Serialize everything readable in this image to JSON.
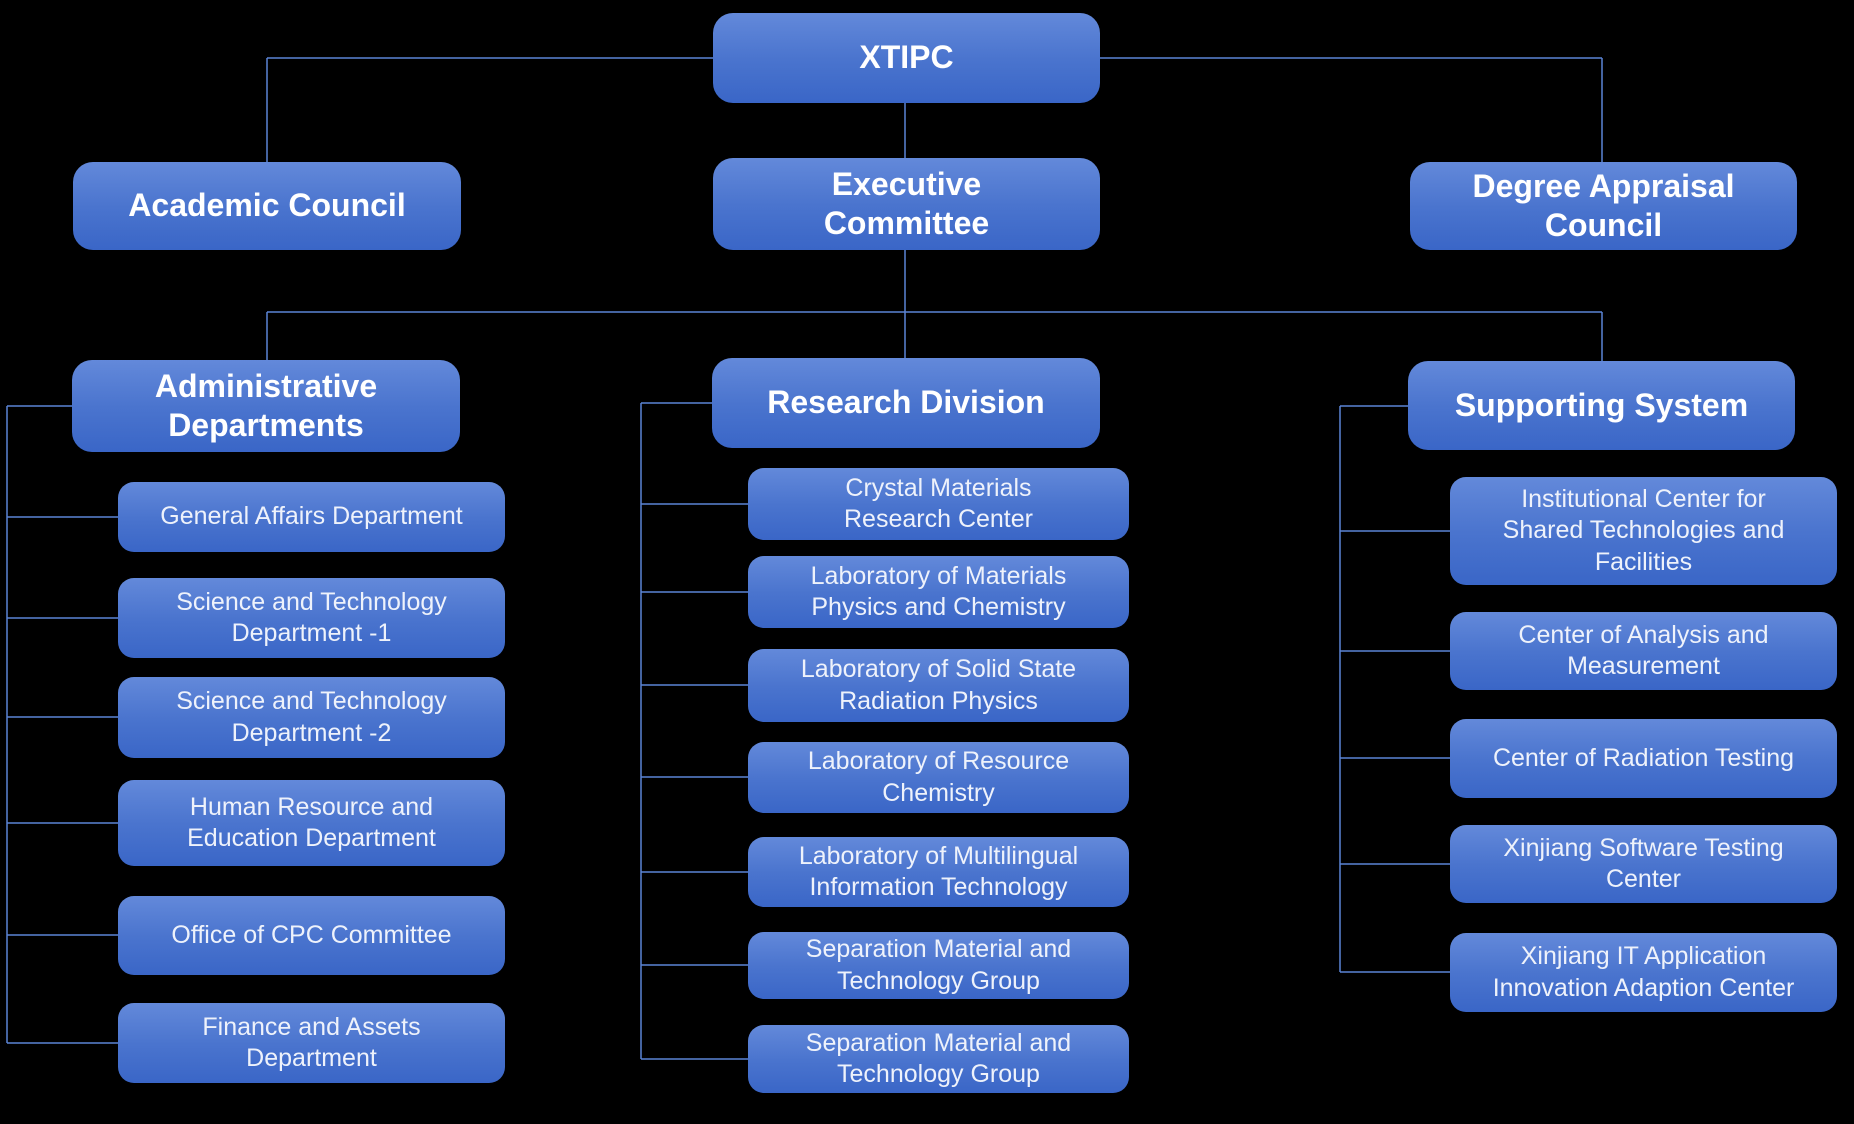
{
  "colors": {
    "background": "#000000",
    "node_top": "#6389da",
    "node_mid": "#4a74ce",
    "node_bottom": "#3a66c7",
    "connector": "#5b84d6",
    "text": "#ffffff",
    "text_soft": "#eef2fb"
  },
  "root": {
    "label": "XTIPC"
  },
  "level2": [
    {
      "label": "Academic Council"
    },
    {
      "label": "Executive\nCommittee"
    },
    {
      "label": "Degree Appraisal\nCouncil"
    }
  ],
  "branches": [
    {
      "header": "Administrative\nDepartments",
      "children": [
        "General Affairs Department",
        "Science and Technology\nDepartment -1",
        "Science and Technology\nDepartment -2",
        "Human Resource and\nEducation Department",
        "Office of CPC Committee",
        "Finance and Assets\nDepartment"
      ]
    },
    {
      "header": "Research Division",
      "children": [
        "Crystal Materials\nResearch Center",
        "Laboratory of Materials\nPhysics and Chemistry",
        "Laboratory of Solid State\nRadiation Physics",
        "Laboratory of Resource\nChemistry",
        "Laboratory of Multilingual\nInformation Technology",
        "Separation Material and\nTechnology Group",
        "Separation Material and\nTechnology Group"
      ]
    },
    {
      "header": "Supporting System",
      "children": [
        "Institutional Center for\nShared Technologies and\nFacilities",
        "Center of Analysis and\nMeasurement",
        "Center of Radiation Testing",
        "Xinjiang Software Testing\nCenter",
        "Xinjiang IT Application\nInnovation Adaption Center"
      ]
    }
  ]
}
